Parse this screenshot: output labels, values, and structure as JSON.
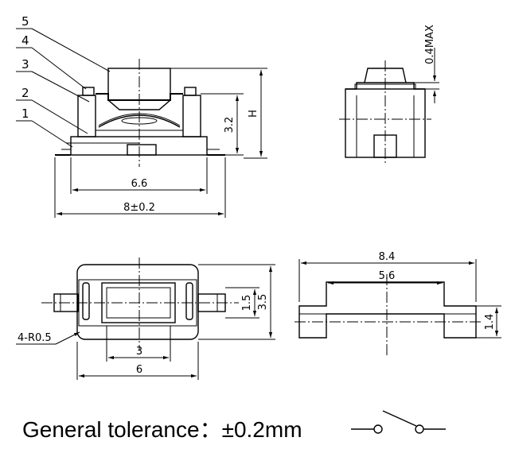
{
  "callouts": [
    "5",
    "4",
    "3",
    "2",
    "1"
  ],
  "dimensions": {
    "front_inner_width": "6.6",
    "front_overall_width": "8±0.2",
    "front_height_body": "3.2",
    "front_height_total": "H",
    "side_actuator_max": "0.4MAX",
    "top_actuator_width": "3",
    "top_body_width": "6",
    "top_actuator_height": "1.5",
    "top_body_height": "3.5",
    "top_corner_radius": "4-R0.5",
    "side2_overall": "8.4",
    "side2_inner": "5.6",
    "side2_height": "1.4"
  },
  "tolerance_note": "General tolerance：±0.2mm",
  "symbol": "switch-symbol"
}
